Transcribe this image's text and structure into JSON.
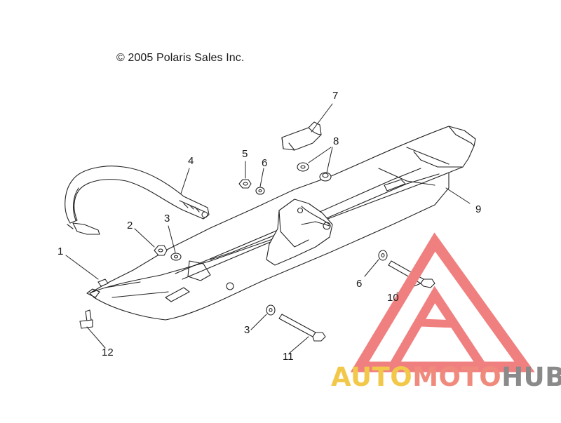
{
  "header": {
    "copyright": "© 2005 Polaris Sales Inc."
  },
  "callouts": [
    {
      "id": "1",
      "label": "1"
    },
    {
      "id": "2",
      "label": "2"
    },
    {
      "id": "3a",
      "label": "3"
    },
    {
      "id": "3b",
      "label": "3"
    },
    {
      "id": "4",
      "label": "4"
    },
    {
      "id": "5",
      "label": "5"
    },
    {
      "id": "6a",
      "label": "6"
    },
    {
      "id": "6b",
      "label": "6"
    },
    {
      "id": "7",
      "label": "7"
    },
    {
      "id": "8",
      "label": "8"
    },
    {
      "id": "9",
      "label": "9"
    },
    {
      "id": "10",
      "label": "10"
    },
    {
      "id": "11",
      "label": "11"
    },
    {
      "id": "12",
      "label": "12"
    }
  ],
  "watermark": {
    "part1": "AUTO",
    "part2": "MOTO",
    "part3": "HUB",
    "colors": {
      "triangle": "#f08080",
      "auto": "#f2c84b",
      "moto": "#ef8a7d",
      "hub": "#8a8a8a"
    }
  }
}
